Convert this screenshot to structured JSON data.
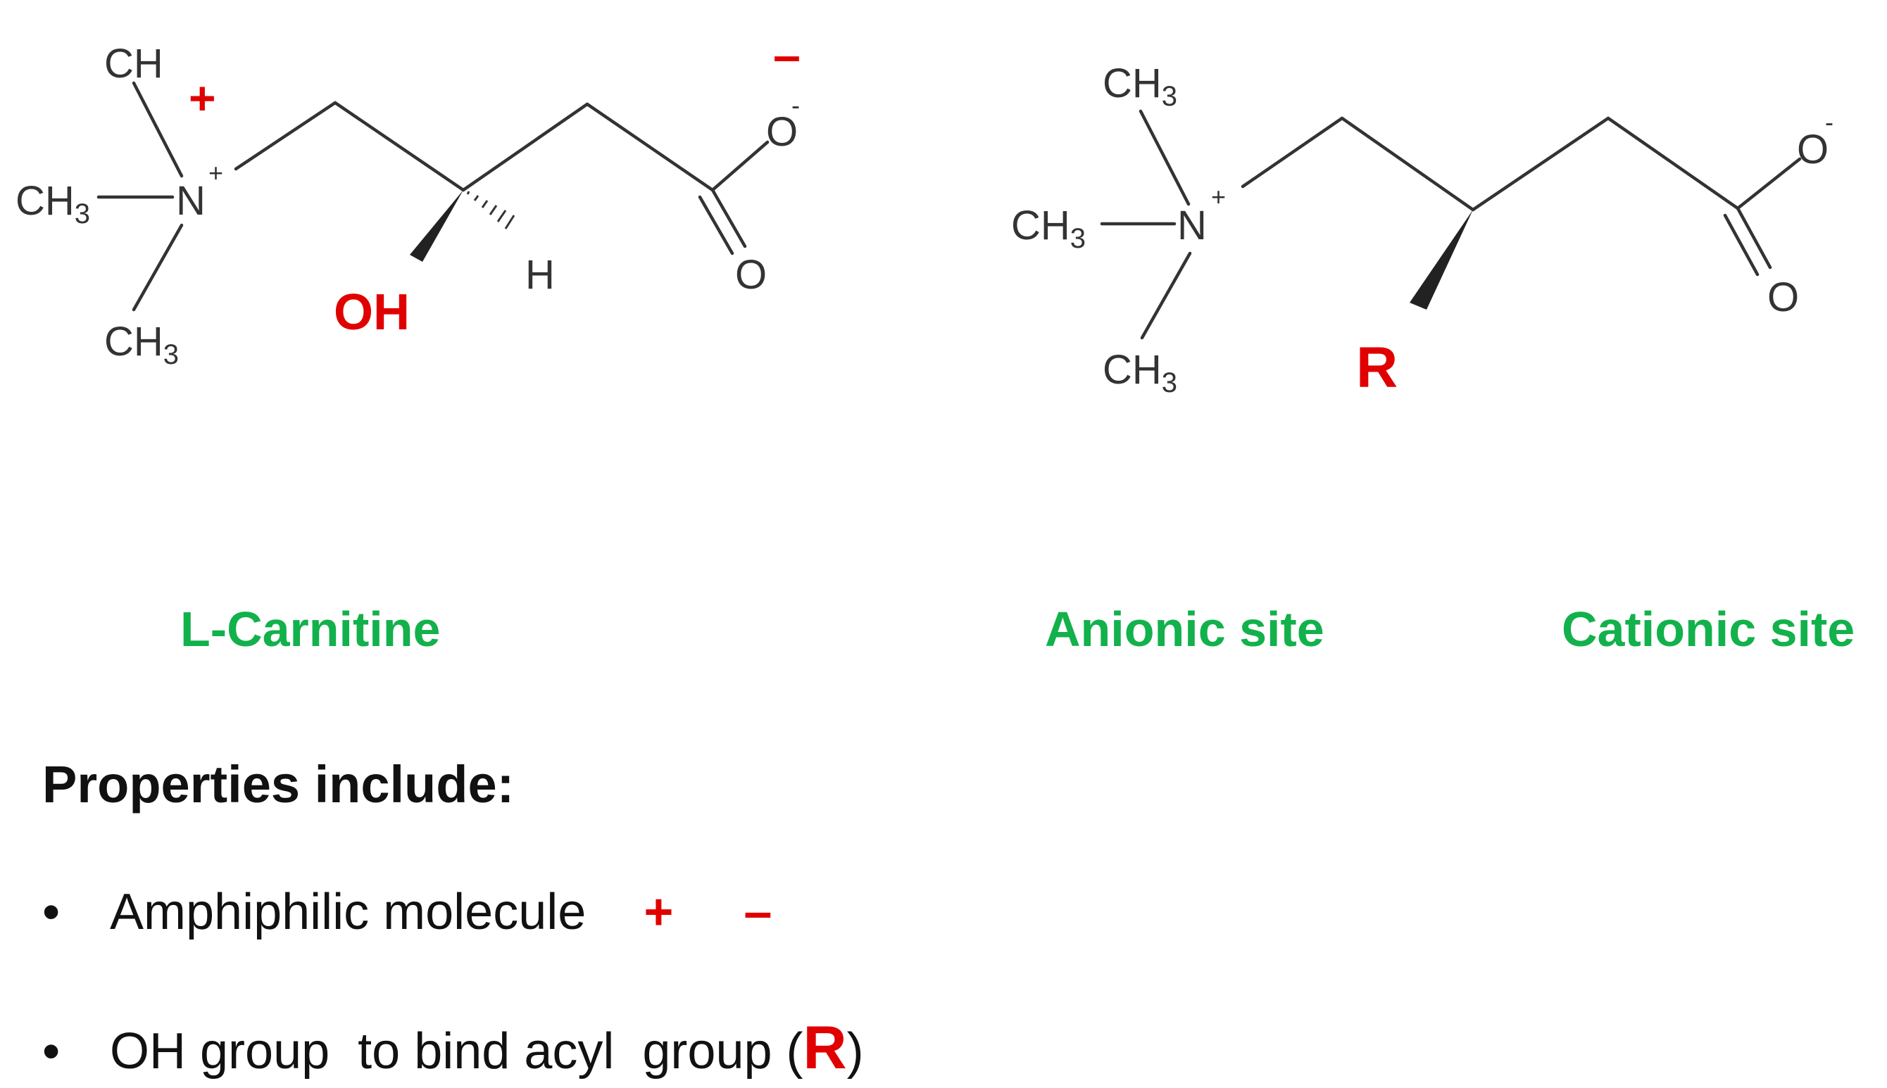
{
  "molecule_left": {
    "ch_top": "CH",
    "ch3_left": "CH",
    "ch3_left_sub": "3",
    "ch3_bottom": "CH",
    "ch3_bottom_sub": "3",
    "nitrogen": "N",
    "n_charge": "+",
    "o_minus": "O",
    "o_minus_charge": "-",
    "o_double": "O",
    "hydrogen": "H",
    "positive_sign": "+",
    "negative_sign": "–",
    "oh_label": "OH"
  },
  "molecule_right": {
    "ch3_top": "CH",
    "ch3_top_sub": "3",
    "ch3_left": "CH",
    "ch3_left_sub": "3",
    "ch3_bottom": "CH",
    "ch3_bottom_sub": "3",
    "nitrogen": "N",
    "n_charge": "+",
    "o_minus": "O",
    "o_minus_charge": "-",
    "o_double": "O",
    "r_label": "R"
  },
  "labels": {
    "l_carnitine": "L-Carnitine",
    "anionic_site": "Anionic site",
    "cationic_site": "Cationic site"
  },
  "properties": {
    "heading": "Properties include:",
    "bullet_char": "•",
    "bullet1_text": "Amphiphilic molecule",
    "bullet1_plus": "+",
    "bullet1_minus": "–",
    "bullet2_text": "OH group  to bind acyl  group (",
    "bullet2_r": "R",
    "bullet2_close": ")"
  },
  "colors": {
    "red": "#e00000",
    "green": "#12b14b",
    "bond": "#333333"
  }
}
